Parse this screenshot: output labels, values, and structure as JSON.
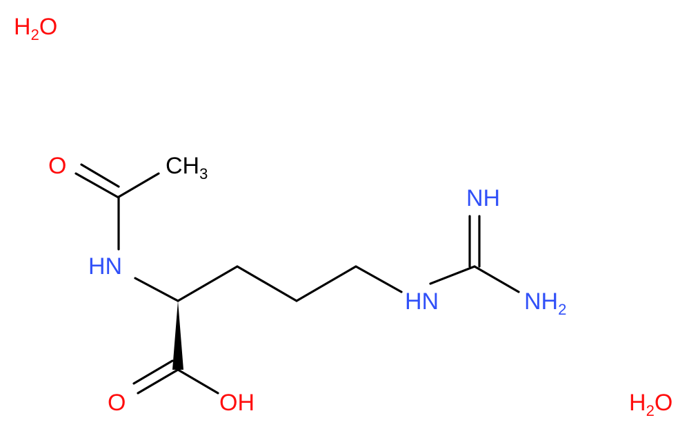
{
  "colors": {
    "oxygen": "#ff0d0d",
    "nitrogen": "#3050f8",
    "carbon": "#000000",
    "bond": "#000000",
    "background": "#ffffff"
  },
  "labels": {
    "water_top": {
      "main": "H",
      "sub": "2",
      "tail": "O"
    },
    "water_bottom": {
      "main": "H",
      "sub": "2",
      "tail": "O"
    },
    "acetyl_oxygen": "O",
    "methyl": {
      "main": "CH",
      "sub": "3"
    },
    "amide_nh": "HN",
    "imine_nh": "NH",
    "guanidine_nh": "HN",
    "amine_nh2": {
      "main": "NH",
      "sub": "2"
    },
    "carbonyl_oxygen": "O",
    "hydroxyl": "OH"
  }
}
